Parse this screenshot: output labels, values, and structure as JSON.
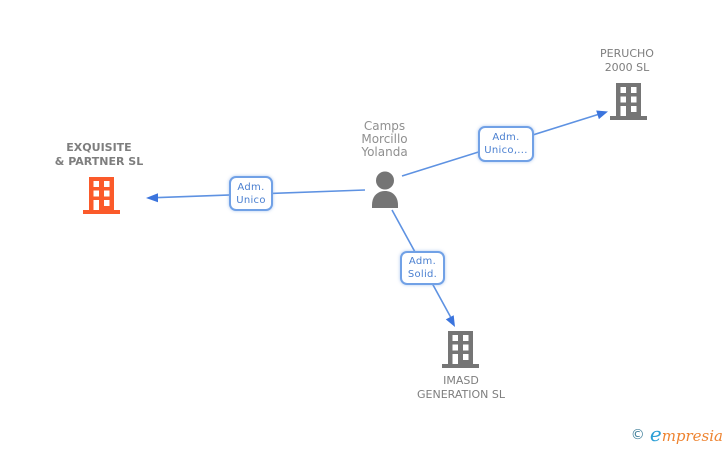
{
  "nodes": {
    "person": {
      "name_lines": [
        "Camps",
        "Morcillo",
        "Yolanda"
      ],
      "icon": "person-icon"
    },
    "exquisite": {
      "name_lines": [
        "EXQUISITE",
        "& PARTNER SL"
      ],
      "icon": "building-icon",
      "highlighted": true
    },
    "perucho": {
      "name_lines": [
        "PERUCHO",
        "2000 SL"
      ],
      "icon": "building-icon",
      "highlighted": false
    },
    "imasd": {
      "name_lines": [
        "IMASD",
        "GENERATION SL"
      ],
      "icon": "building-icon",
      "highlighted": false
    }
  },
  "edges": [
    {
      "from": "person",
      "to": "exquisite",
      "label_lines": [
        "Adm.",
        "Unico"
      ]
    },
    {
      "from": "person",
      "to": "perucho",
      "label_lines": [
        "Adm.",
        "Unico,..."
      ]
    },
    {
      "from": "person",
      "to": "imasd",
      "label_lines": [
        "Adm.",
        "Solid."
      ]
    }
  ],
  "watermark": {
    "copyright": "©",
    "brand_first": "e",
    "brand_rest": "mpresia"
  },
  "colors": {
    "edge_line": "#5e92e2",
    "arrow_head": "#3b74dd",
    "box_border": "#71a1e6",
    "box_text": "#4a7fd0",
    "node_text": "#7e7e7e",
    "icon_gray": "#757575",
    "icon_orange": "#fb5a2a",
    "background": "#ffffff"
  }
}
